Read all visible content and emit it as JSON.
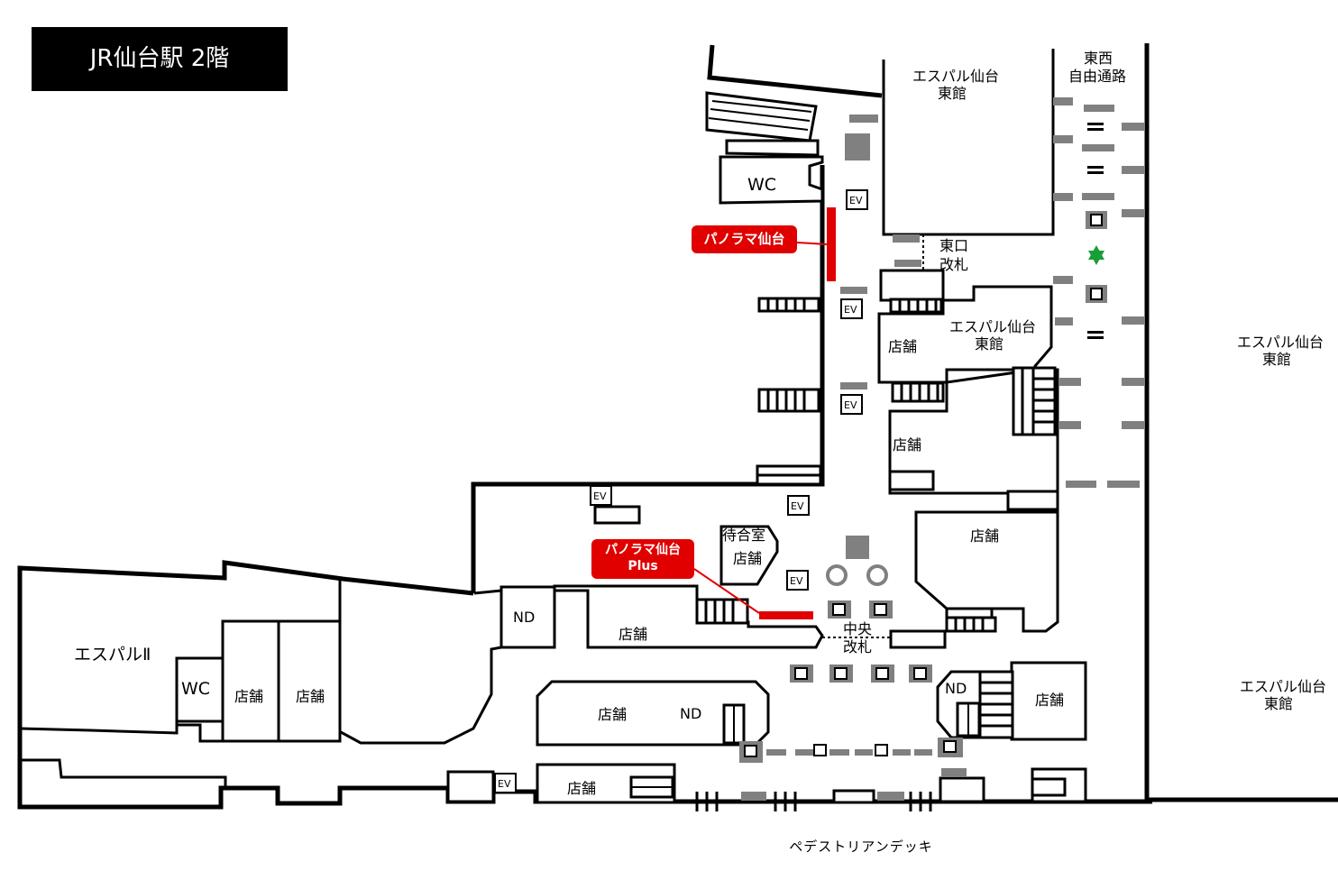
{
  "title": "JR仙台駅 2階",
  "labels": {
    "espal_east_top_1": "エスパル仙台",
    "espal_east_top_2": "東館",
    "east_west_passage_1": "東西",
    "east_west_passage_2": "自由通路",
    "east_gate_1": "東口",
    "east_gate_2": "改札",
    "espal_east_mid_1": "エスパル仙台",
    "espal_east_mid_2": "東館",
    "espal_east_right_1": "エスパル仙台",
    "espal_east_right_2": "東館",
    "espal_east_lower_1": "エスパル仙台",
    "espal_east_lower_2": "東館",
    "espal_2": "エスパルⅡ",
    "wc_top": "WC",
    "wc_left": "WC",
    "shop": "店舗",
    "nd": "ND",
    "ev": "EV",
    "waiting_room": "待合室",
    "central_gate_1": "中央",
    "central_gate_2": "改札",
    "pedestrian_deck": "ペデストリアンデッキ"
  },
  "tags": {
    "panorama": "パノラマ仙台",
    "panorama_plus_1": "パノラマ仙台",
    "panorama_plus_2": "Plus"
  },
  "colors": {
    "highlight": "#e00000",
    "marker": "#1a9e3a",
    "wall": "#000000",
    "gray": "#808080"
  }
}
